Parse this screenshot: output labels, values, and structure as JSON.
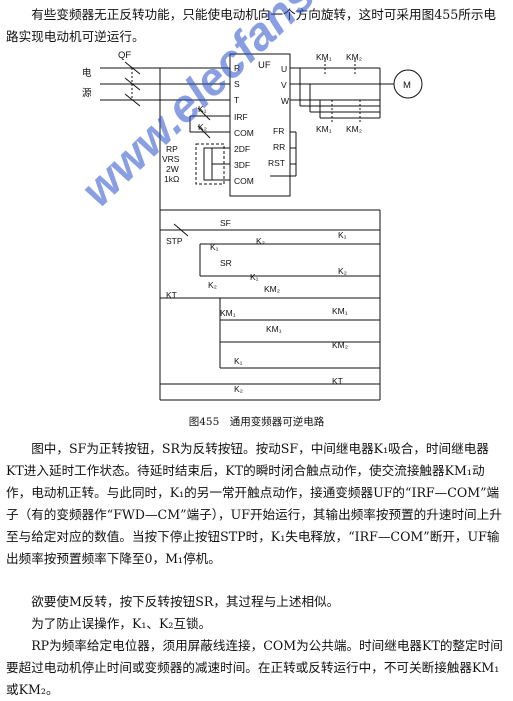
{
  "intro": "有些变频器无正反转功能，只能使电动机向一个方向旋转，这时可采用图455所示电路实现电动机可逆运行。",
  "caption": "图455　通用变频器可逆电路",
  "paragraphs": [
    "图中，SF为正转按钮，SR为反转按钮。按动SF，中间继电器K₁吸合，时间继电器KT进入延时工作状态。待延时结束后，KT的瞬时闭合触点动作，使交流接触器KM₁动作，电动机正转。与此同时，K₁的另一常开触点动作，接通变频器UF的“IRF—COM”端子（有的变频器作“FWD—CM”端子），UF开始运行，其输出频率按预置的升速时间上升至与给定对应的数值。当按下停止按钮STP时，K₁失电释放，“IRF—COM”断开，UF输出频率按预置频率下降至0，M₁停机。",
    "欲要使M反转，按下反转按钮SR，其过程与上述相似。",
    "为了防止误操作，K₁、K₂互锁。",
    "RP为频率给定电位器，须用屏蔽线连接，COM为公共端。时间继电器KT的整定时间要超过电动机停止时间或变频器的减速时间。在正转或反转运行中，不可关断接触器KM₁或KM₂。"
  ],
  "watermark": "www.elecfans.com",
  "diagram": {
    "labels": {
      "qf": "QF",
      "source_1": "电",
      "source_2": "源",
      "inv_r": "R",
      "inv_s": "S",
      "inv_t": "T",
      "inv_irf": "IRF",
      "inv_com": "COM",
      "inv_2df": "2DF",
      "inv_3df": "3DF",
      "inv_com2": "COM",
      "uf": "UF",
      "out_u": "U",
      "out_v": "V",
      "out_w": "W",
      "fr": "FR",
      "rr": "RR",
      "rst": "RST",
      "km1_top": "KM₁",
      "km2_top": "KM₂",
      "km1_bot": "KM₁",
      "km2_bot": "KM₂",
      "motor": "M",
      "k1_contact": "K₁",
      "k2_contact": "K₂",
      "rp": "RP",
      "vrs": "VRS",
      "w2": "2W",
      "k1k": "1kΩ",
      "kt_contact": "KT",
      "stp": "STP",
      "sf": "SF",
      "sr": "SR",
      "c_k1a": "K₁",
      "c_k2a": "K₂",
      "c_k1b": "K₁",
      "c_k2b": "K₂",
      "coil_k1": "K₁",
      "coil_k2": "K₂",
      "c_kt": "KT",
      "c_km2a": "KM₂",
      "coil_km1": "KM₁",
      "c_km1a": "KM₁",
      "c_km1b": "KM₁",
      "coil_km2": "KM₂",
      "c_k1c": "K₁",
      "c_k2c": "K₂",
      "coil_kt": "KT"
    }
  }
}
